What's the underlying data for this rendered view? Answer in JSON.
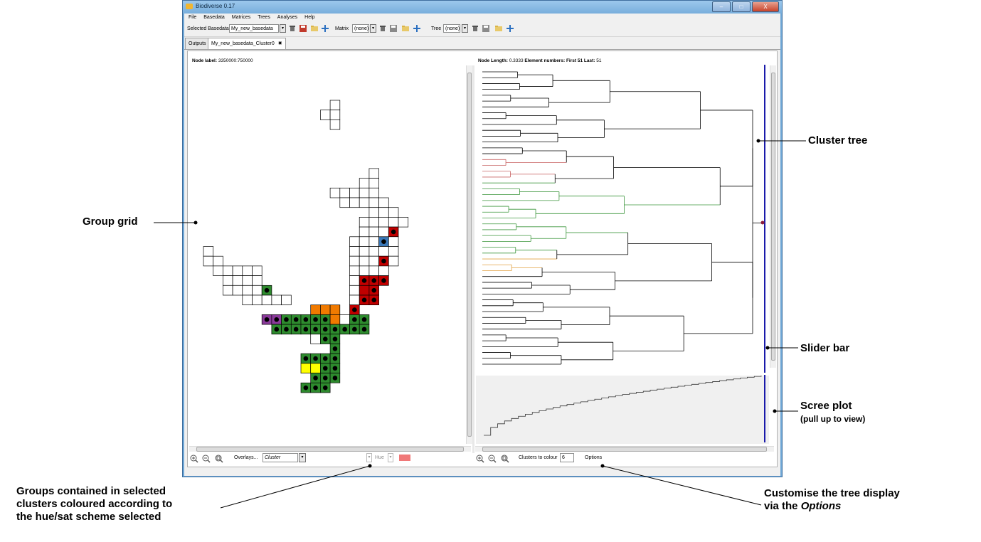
{
  "window": {
    "title": "Biodiverse 0.17",
    "buttons": [
      "–",
      "□",
      "X"
    ]
  },
  "menu": [
    "File",
    "Basedata",
    "Matrices",
    "Trees",
    "Analyses",
    "Help"
  ],
  "toolbar": {
    "basedata_label": "Selected Basedata",
    "basedata_value": "My_new_basedata",
    "matrix_label": "Matrix",
    "matrix_value": "(none)",
    "tree_label": "Tree",
    "tree_value": "(none)"
  },
  "tabs": [
    {
      "label": "Outputs"
    },
    {
      "label": "My_new_basedata_Cluster0"
    }
  ],
  "tab_close_glyph": "✖",
  "left_panel": {
    "node_label_caption": "Node label:",
    "node_label_value": "3350000:750000",
    "zoom_icons": [
      "zoom-in-icon",
      "zoom-out-icon",
      "zoom-fit-icon"
    ],
    "overlays_button": "Overlays...",
    "cluster_combo_value": "Cluster",
    "hue_value": "Hue",
    "hue_swatch_color": "#f07878"
  },
  "right_panel": {
    "node_length_caption": "Node Length:",
    "node_length_value": "0.3333",
    "element_numbers_caption": "Element numbers:",
    "first_caption": "First",
    "first_value": "51",
    "last_caption": "Last:",
    "last_value": "51",
    "clusters_to_colour_label": "Clusters to colour",
    "clusters_to_colour_value": "6",
    "options_button": "Options"
  },
  "colors": {
    "red": "#c00000",
    "blue": "#3a78b8",
    "green": "#2e8b2e",
    "orange": "#f07a00",
    "purple": "#8a3a9a",
    "yellow": "#ffff00",
    "slider": "#1a1aaa",
    "tree_red": "#c86464",
    "tree_green": "#3c963c",
    "tree_orange": "#e0a040"
  },
  "callouts": {
    "group_grid": "Group grid",
    "cluster_tree": "Cluster tree",
    "slider_bar": "Slider bar",
    "scree_plot": "Scree plot",
    "scree_plot_sub": "(pull up to view)",
    "groups_line1": "Groups contained in selected",
    "groups_line2": "clusters coloured according to",
    "groups_line3": "the hue/sat scheme selected",
    "customise_line1": "Customise the tree display",
    "customise_line2_prefix": "via the ",
    "customise_line2_em": "Options"
  }
}
